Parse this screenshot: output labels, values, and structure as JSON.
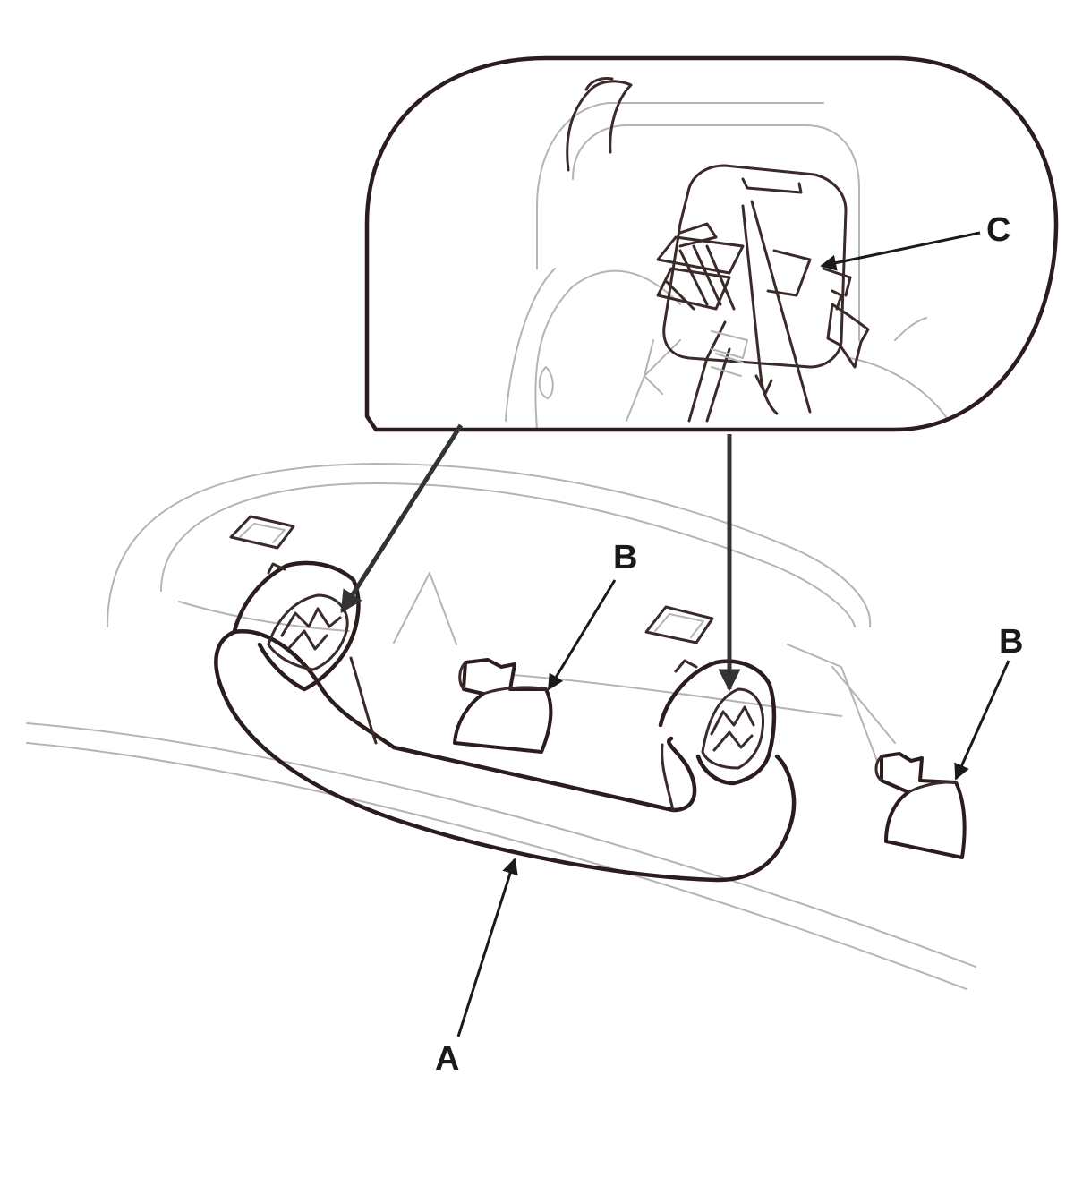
{
  "diagram": {
    "callouts": {
      "a": "A",
      "b_left": "B",
      "b_right": "B",
      "c": "C"
    },
    "colors": {
      "line_dark": "#2b1d1d",
      "line_light": "#b4b4b4",
      "background": "#ffffff"
    }
  }
}
